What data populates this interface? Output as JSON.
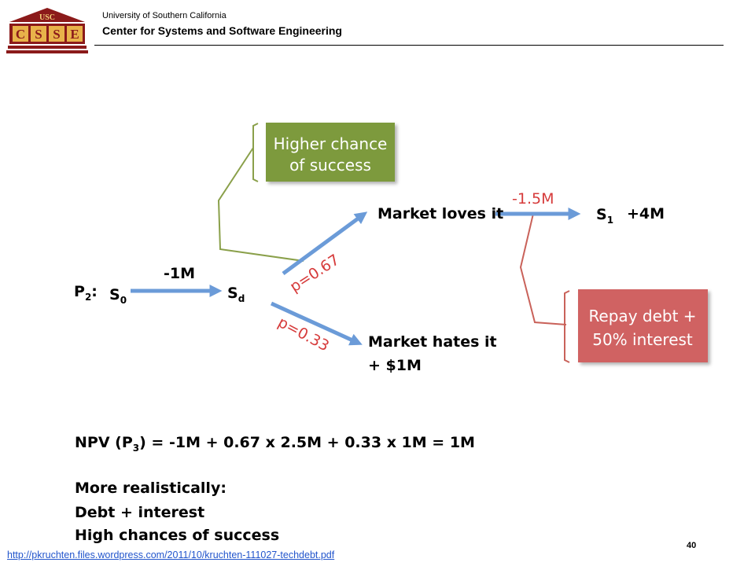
{
  "header": {
    "logo_text": "USC",
    "logo_letters": [
      "C",
      "S",
      "S",
      "E"
    ],
    "university": "University of Southern California",
    "center": "Center for Systems and Software Engineering"
  },
  "diagram": {
    "p_label": "P",
    "p_sub": "2",
    "p_colon": ":",
    "s0": "S",
    "s0_sub": "0",
    "cost1": "-1M",
    "sd": "S",
    "sd_sub": "d",
    "prob_up": "p=0.67",
    "prob_down": "p=0.33",
    "market_loves": "Market loves it",
    "market_hates": "Market hates it",
    "hates_value": "+ $1M",
    "cost2": "-1.5M",
    "s1": "S",
    "s1_sub": "1",
    "s1_value": "+4M",
    "green_box": [
      "Higher chance",
      "of success"
    ],
    "red_box": [
      "Repay debt +",
      "50% interest"
    ]
  },
  "text": {
    "npv_prefix": "NPV (P",
    "npv_sub": "3",
    "npv_suffix": ") = -1M + 0.67 x 2.5M + 0.33 x 1M = 1M",
    "more": "More realistically:",
    "bullet1": "Debt + interest",
    "bullet2": "High chances of success"
  },
  "footer": {
    "link": "http://pkruchten.files.wordpress.com/2011/10/kruchten-111027-techdebt.pdf",
    "page": "40"
  },
  "colors": {
    "arrow": "#6b9bd8",
    "red_text": "#d63b3b",
    "green_box": "#7d9a3d",
    "red_box": "#d06262",
    "bracket_green": "#8aa04a",
    "bracket_red": "#c9625a",
    "logo_maroon": "#8b1a1a",
    "logo_gold": "#e8b24a"
  }
}
